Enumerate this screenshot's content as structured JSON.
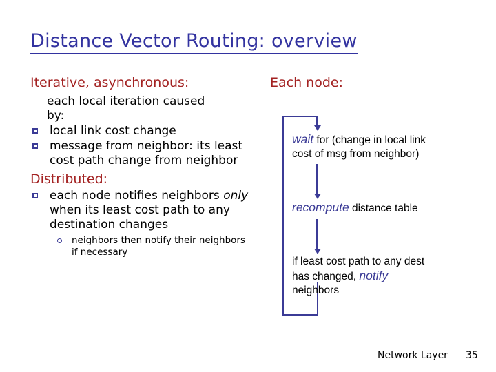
{
  "slide": {
    "title": "Distance Vector Routing: overview",
    "title_color": "#3333a0",
    "accent_red": "#a32222",
    "accent_blue": "#3b3b96"
  },
  "left": {
    "heading1": "Iterative, asynchronous:",
    "intro_line1": "each local iteration caused",
    "intro_line2": "by:",
    "bullets": [
      {
        "text": "local link cost change"
      },
      {
        "text": "message from neighbor: its least cost path change from neighbor"
      }
    ],
    "heading2": "Distributed:",
    "bullet2_pre": "each node notifies neighbors ",
    "bullet2_em": "only",
    "bullet2_post": " when its least cost path to any destination changes",
    "subbullets": [
      {
        "text": "neighbors then notify their neighbors if necessary"
      }
    ]
  },
  "right": {
    "heading": "Each node:",
    "steps": [
      {
        "keyword": "wait",
        "rest_line1": " for (change in local link",
        "rest_line2": "cost of msg from neighbor)"
      },
      {
        "keyword": "recompute",
        "rest_line1": " distance table"
      },
      {
        "pre_line1": "if least cost path to any dest",
        "pre_line2": "has changed, ",
        "keyword": "notify",
        "post_line3": "neighbors"
      }
    ]
  },
  "footer": {
    "label": "Network Layer",
    "page": "35"
  }
}
